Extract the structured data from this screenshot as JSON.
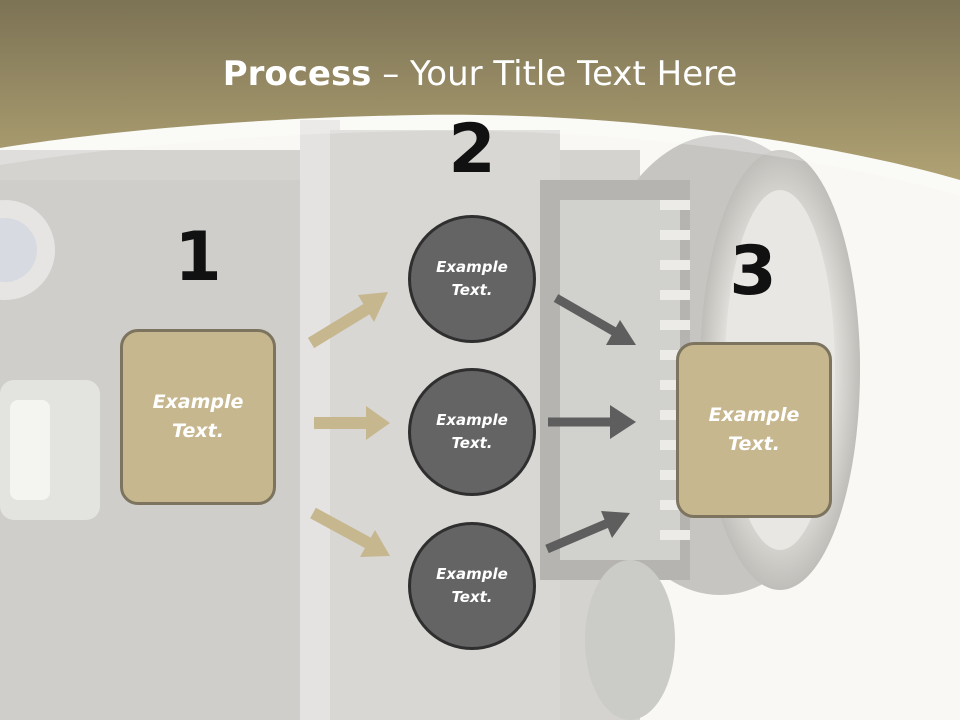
{
  "title": {
    "bold": "Process",
    "rest": " – Your Title Text Here"
  },
  "steps": [
    {
      "number": "1",
      "text_line1": "Example",
      "text_line2": "Text."
    },
    {
      "number": "2"
    },
    {
      "number": "3",
      "text_line1": "Example",
      "text_line2": "Text."
    }
  ],
  "circles": [
    {
      "text_line1": "Example",
      "text_line2": "Text."
    },
    {
      "text_line1": "Example",
      "text_line2": "Text."
    },
    {
      "text_line1": "Example",
      "text_line2": "Text."
    }
  ],
  "colors": {
    "band": "#a59a70",
    "box_fill": "#c6b78f",
    "circle_fill": "#646464",
    "arrow_tan": "#c6b78f",
    "arrow_gray": "#5e5e5e"
  }
}
